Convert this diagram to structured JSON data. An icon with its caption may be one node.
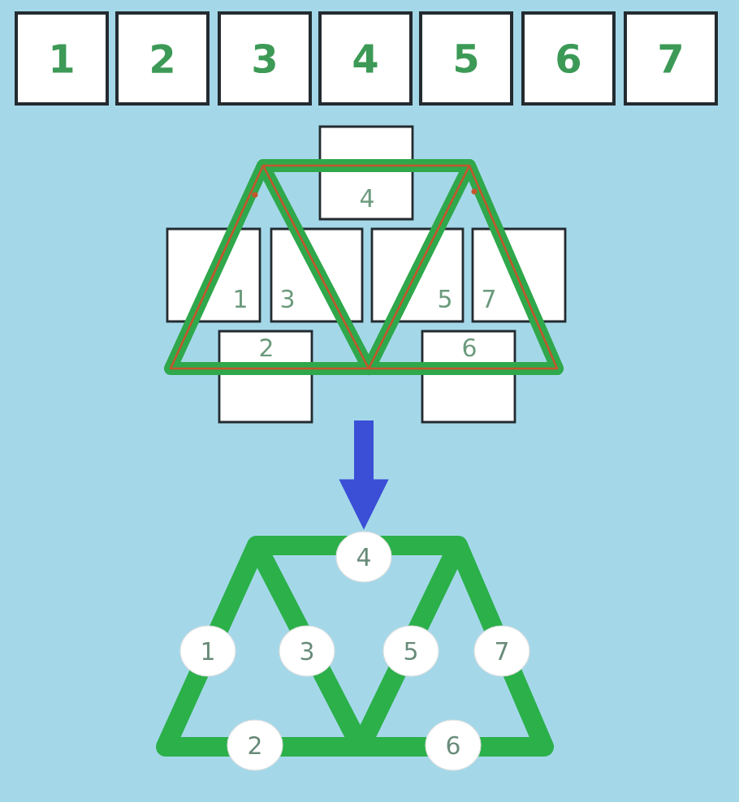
{
  "diagram": {
    "nodes": [
      {
        "text": [
          "1"
        ]
      },
      {
        "text": [
          "2"
        ]
      },
      {
        "text": [
          "3"
        ]
      },
      {
        "text": [
          "4"
        ]
      },
      {
        "text": [
          "5"
        ]
      },
      {
        "text": [
          "6"
        ]
      },
      {
        "text": [
          "7"
        ]
      },
      {
        "text": [
          "4"
        ]
      },
      {
        "text": [
          "1"
        ]
      },
      {
        "text": [
          "3"
        ]
      },
      {
        "text": [
          "5"
        ]
      },
      {
        "text": [
          "7"
        ]
      },
      {
        "text": [
          "2"
        ]
      },
      {
        "text": [
          "6"
        ]
      },
      {
        "text": [
          "4"
        ]
      },
      {
        "text": [
          "1"
        ]
      },
      {
        "text": [
          "3"
        ]
      },
      {
        "text": [
          "5"
        ]
      },
      {
        "text": [
          "7"
        ]
      },
      {
        "text": [
          "2"
        ]
      },
      {
        "text": [
          "6"
        ]
      }
    ],
    "edges": [
      {
        "from": null,
        "to": 14,
        "arrow": "to"
      }
    ]
  }
}
